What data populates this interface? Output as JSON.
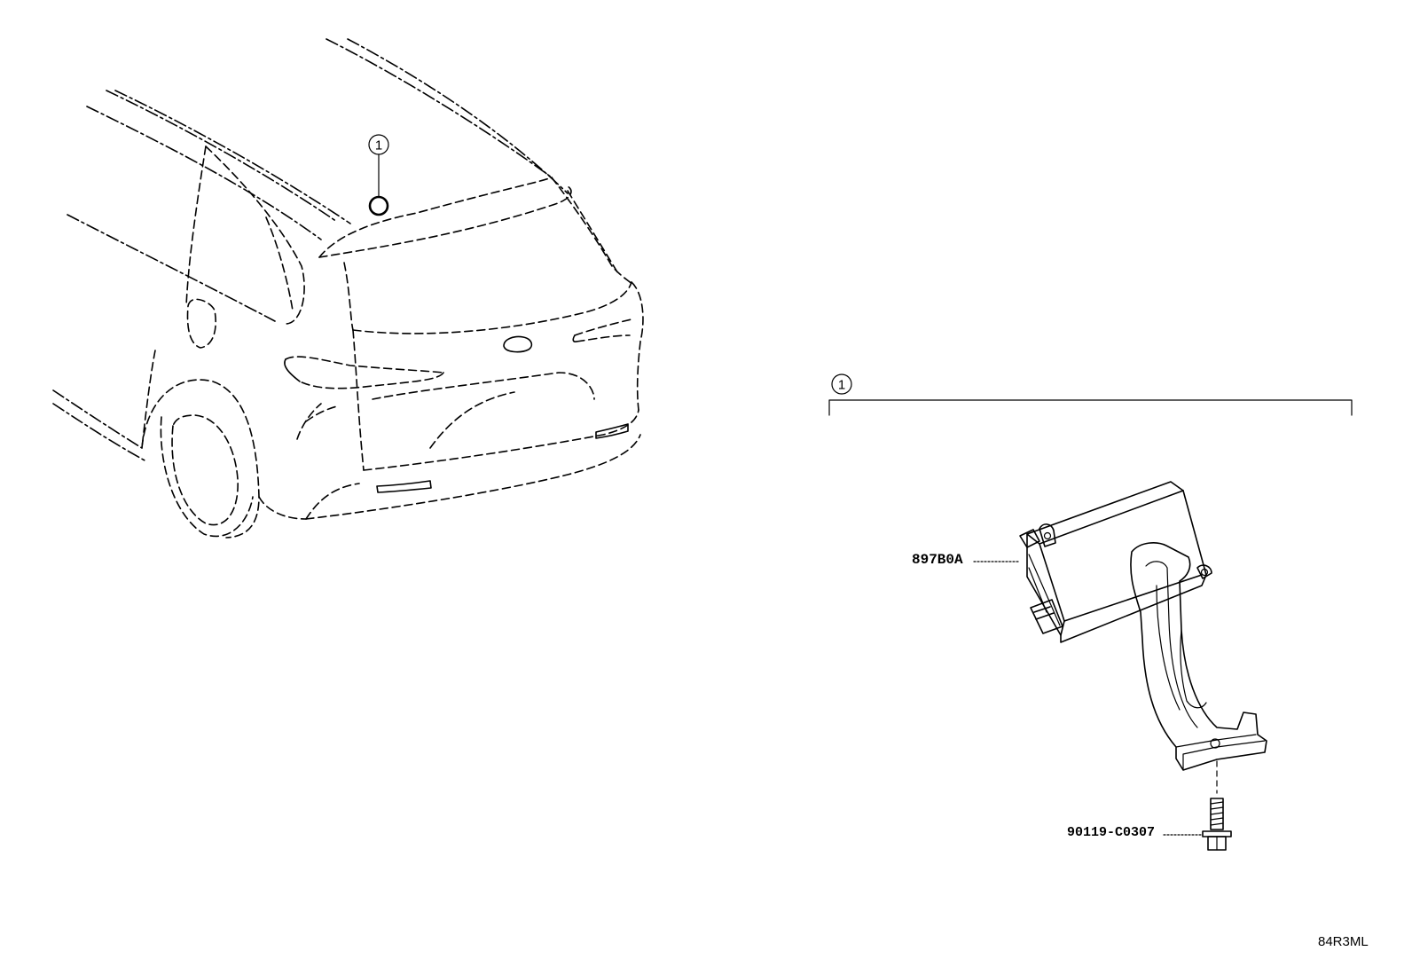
{
  "callouts": [
    {
      "number": "1"
    },
    {
      "number": "1"
    }
  ],
  "parts": [
    {
      "part_no": "897B0A"
    },
    {
      "part_no": "90119-C0307"
    }
  ],
  "illustration_code": "84R3ML"
}
